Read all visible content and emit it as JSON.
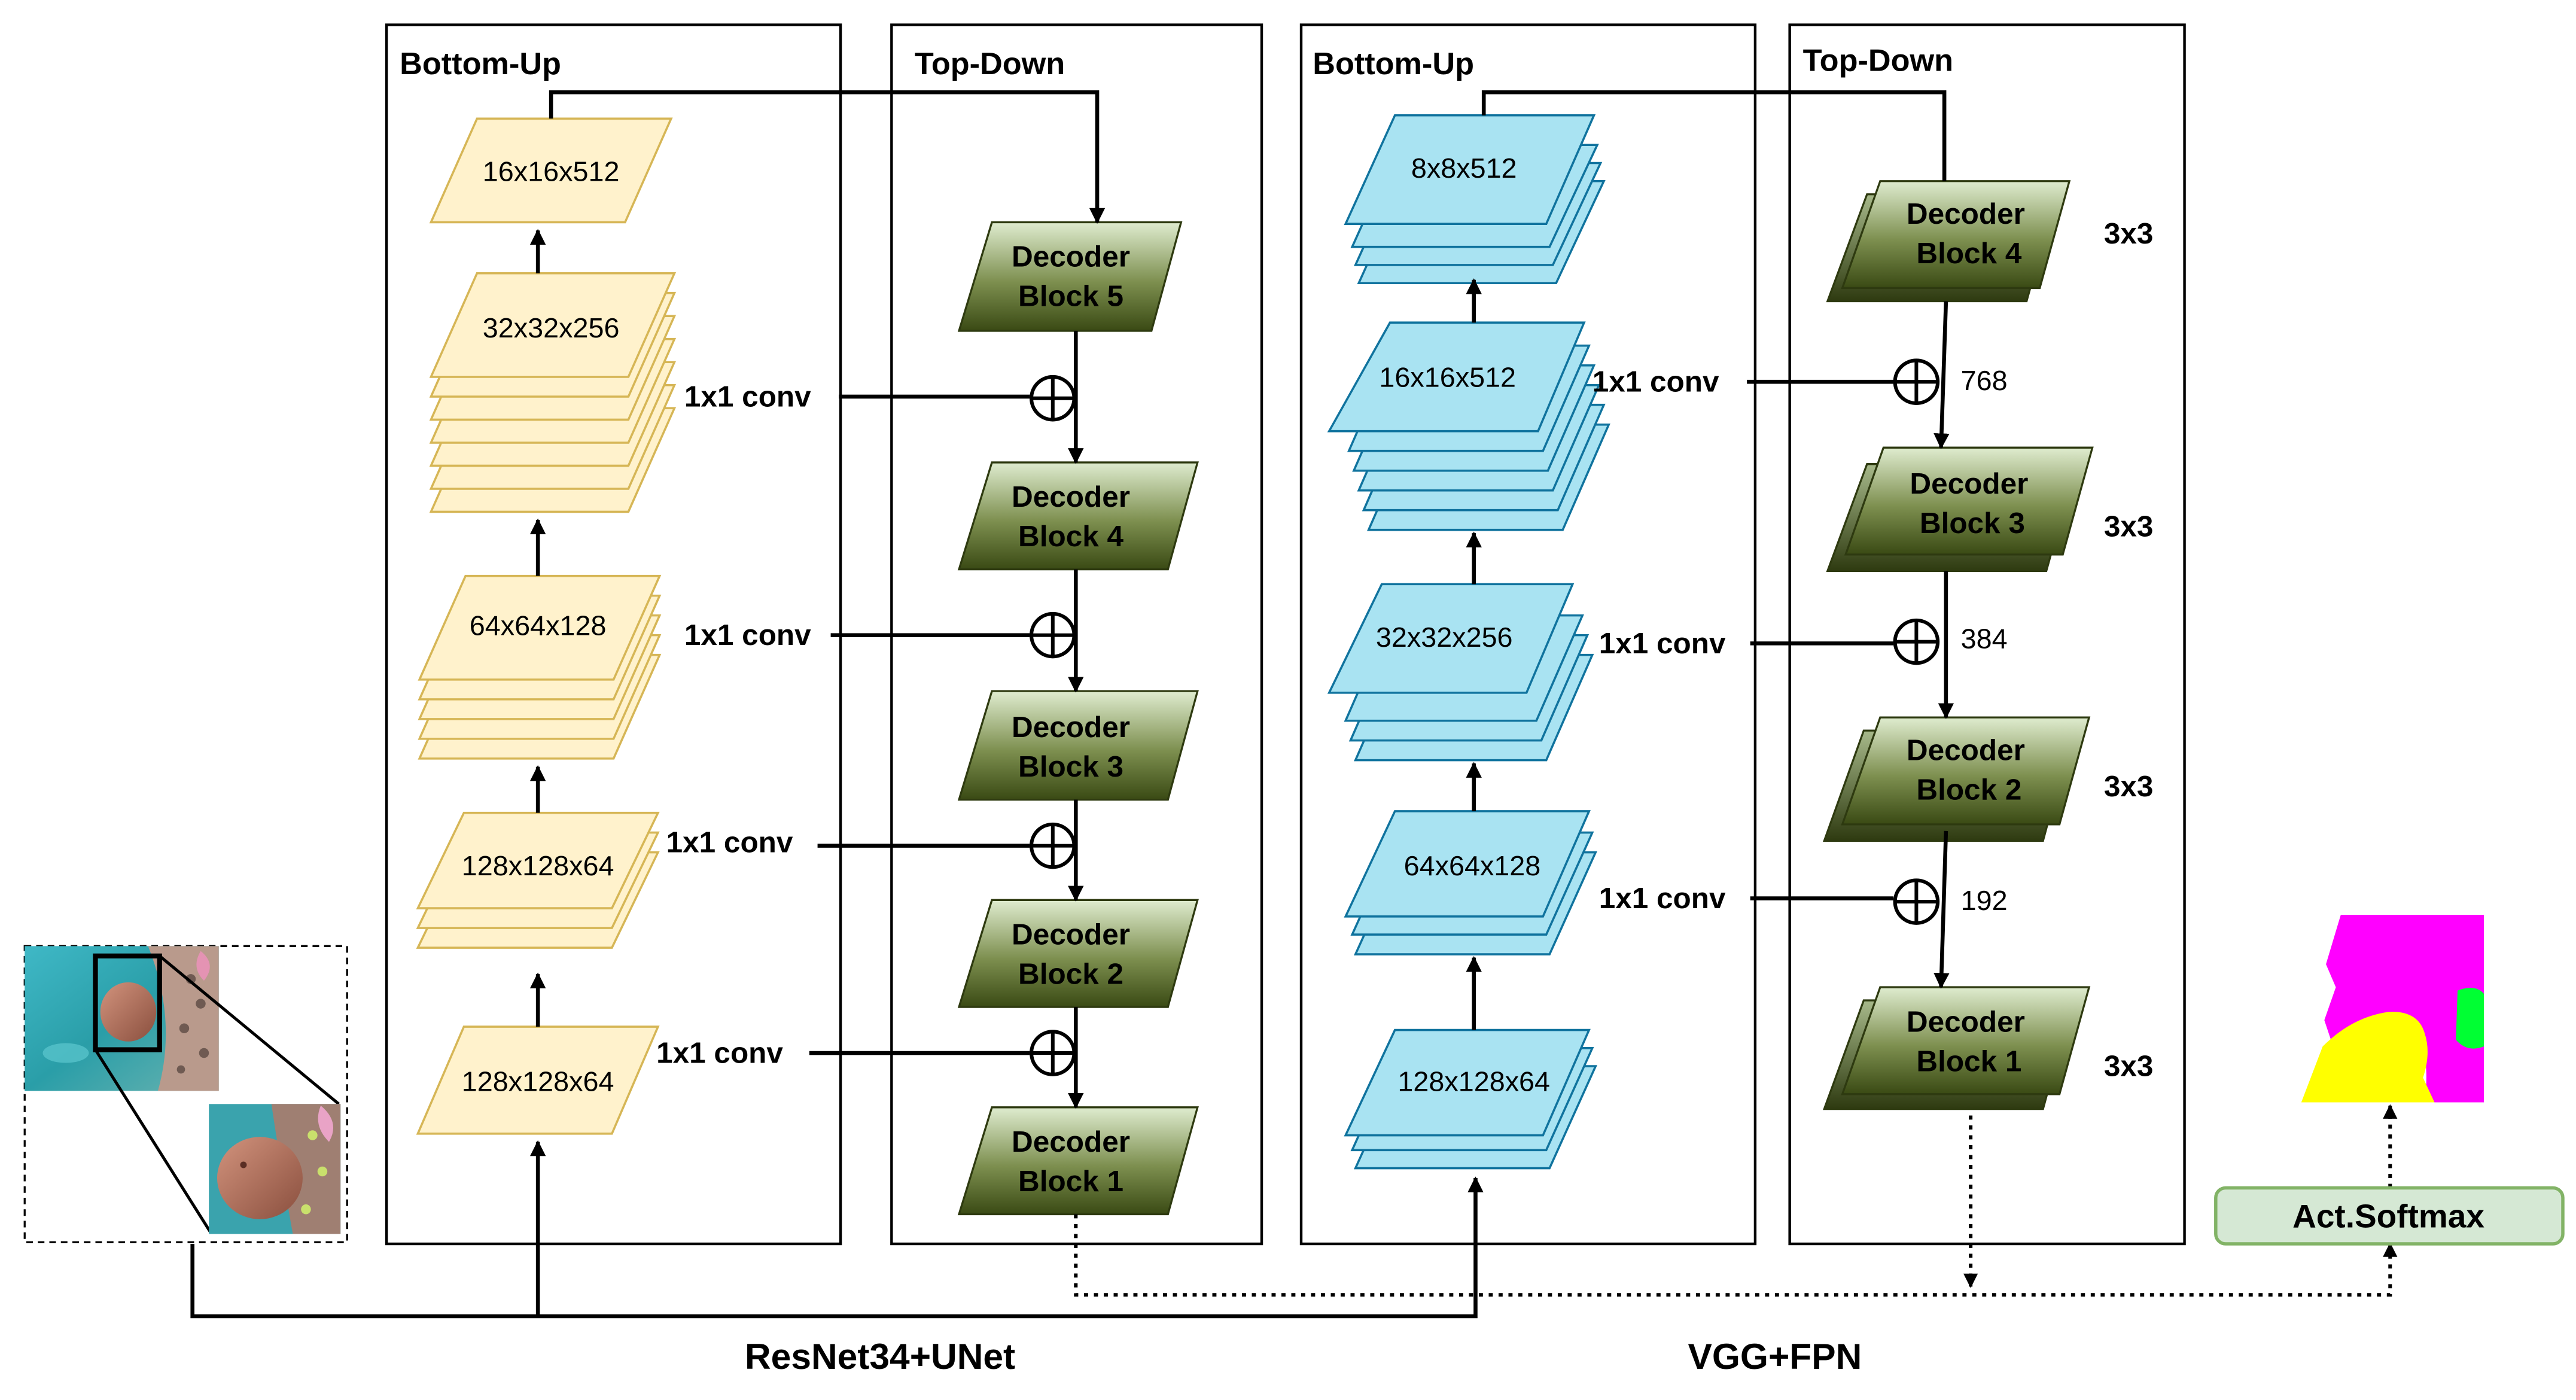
{
  "panels": {
    "unet_bottom_up": "Bottom-Up",
    "unet_top_down": "Top-Down",
    "fpn_bottom_up": "Bottom-Up",
    "fpn_top_down": "Top-Down"
  },
  "unet_encoder": [
    "16x16x512",
    "32x32x256",
    "64x64x128",
    "128x128x64",
    "128x128x64"
  ],
  "unet_decoder": [
    {
      "line1": "Decoder",
      "line2": "Block 5"
    },
    {
      "line1": "Decoder",
      "line2": "Block 4"
    },
    {
      "line1": "Decoder",
      "line2": "Block 3"
    },
    {
      "line1": "Decoder",
      "line2": "Block 2"
    },
    {
      "line1": "Decoder",
      "line2": "Block 1"
    }
  ],
  "fpn_encoder": [
    "8x8x512",
    "16x16x512",
    "32x32x256",
    "64x64x128",
    "128x128x64"
  ],
  "fpn_decoder": [
    {
      "line1": "Decoder",
      "line2": "Block 4"
    },
    {
      "line1": "Decoder",
      "line2": "Block 3"
    },
    {
      "line1": "Decoder",
      "line2": "Block 2"
    },
    {
      "line1": "Decoder",
      "line2": "Block 1"
    }
  ],
  "conv_label": "1x1 conv",
  "kernel_label": "3x3",
  "channel_labels": [
    "768",
    "384",
    "192"
  ],
  "activation": "Act.Softmax",
  "model_labels": {
    "unet": "ResNet34+UNet",
    "fpn": "VGG+FPN"
  },
  "colors": {
    "unet_layer_fill": "#fff2cc",
    "unet_layer_stroke": "#d6b656",
    "fpn_layer_fill": "#a9e3f2",
    "fpn_layer_stroke": "#10739e",
    "decoder_top": "#dfeccf",
    "decoder_bottom": "#3a4a14",
    "activation_fill": "#d5e8d4",
    "activation_stroke": "#82b366",
    "mask_magenta": "#ff00ff",
    "mask_yellow": "#ffff00",
    "mask_green": "#00ff33"
  }
}
